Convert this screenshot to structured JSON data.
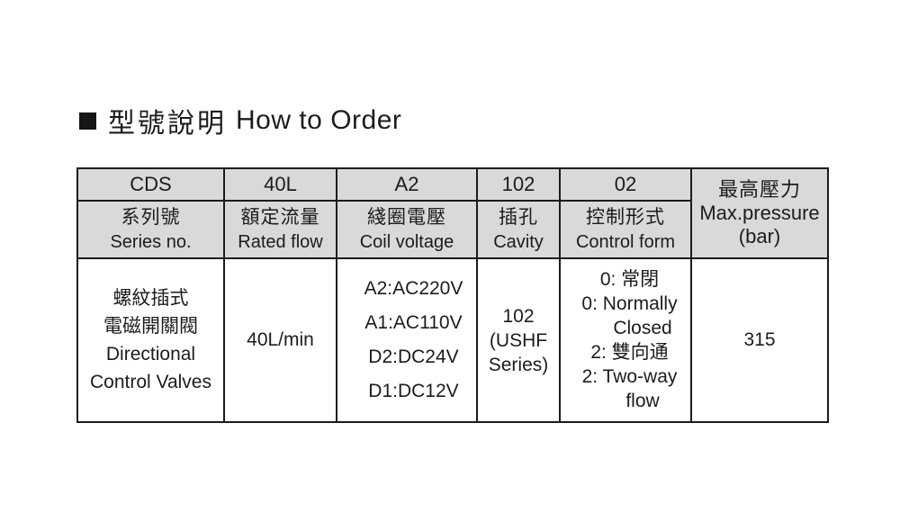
{
  "title": {
    "bullet_icon": "black-square",
    "zh": "型號說明",
    "en": "How to Order"
  },
  "table": {
    "colors": {
      "header_bg": "#d9d9d9",
      "border": "#1c1c1c",
      "text": "#1c1c1c"
    },
    "header": {
      "codes": [
        "CDS",
        "40L",
        "A2",
        "102",
        "02"
      ],
      "labels_zh": [
        "系列號",
        "額定流量",
        "綫圈電壓",
        "插孔",
        "控制形式"
      ],
      "labels_en": [
        "Series no.",
        "Rated flow",
        "Coil voltage",
        "Cavity",
        "Control form"
      ],
      "pressure": {
        "zh": "最高壓力",
        "en": "Max.pressure",
        "unit": "(bar)"
      }
    },
    "body": {
      "series_lines": [
        "螺紋插式",
        "電磁開關閥",
        "Directional",
        "Control Valves"
      ],
      "rated_flow": "40L/min",
      "coil_voltage_lines": [
        "A2:AC220V",
        "A1:AC110V",
        "D2:DC24V",
        "D1:DC12V"
      ],
      "cavity_lines": [
        "102",
        "(USHF",
        "Series)"
      ],
      "control_form_lines": [
        "0: 常閉",
        "0: Normally",
        "Closed",
        "2: 雙向通",
        "2: Two-way",
        "flow"
      ],
      "max_pressure": "315"
    }
  }
}
